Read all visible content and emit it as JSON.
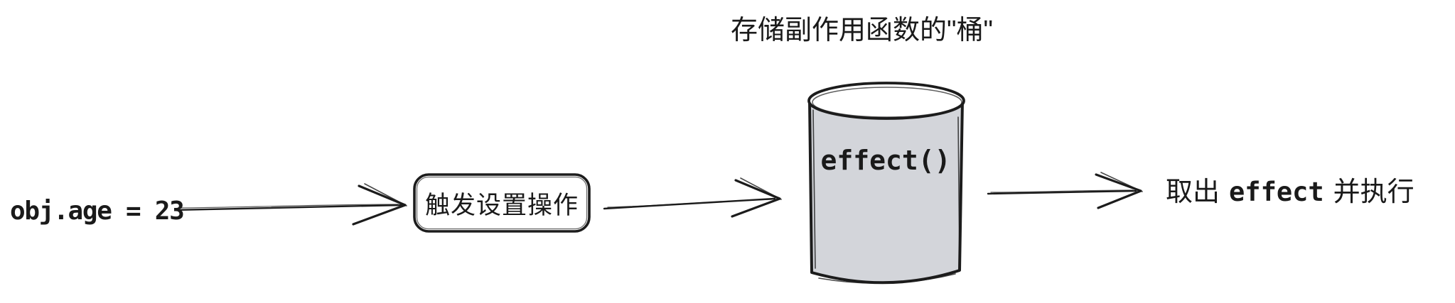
{
  "diagram": {
    "title": "存储副作用函数的\"桶\"",
    "source_expression": "obj.age = 23",
    "trigger_box_label": "触发设置操作",
    "bucket_label": "effect()",
    "result_prefix": "取出",
    "result_code": "effect",
    "result_suffix": "并执行",
    "colors": {
      "ink": "#1c1c1c",
      "bucket_fill": "#d3d5da",
      "background": "#ffffff"
    }
  }
}
